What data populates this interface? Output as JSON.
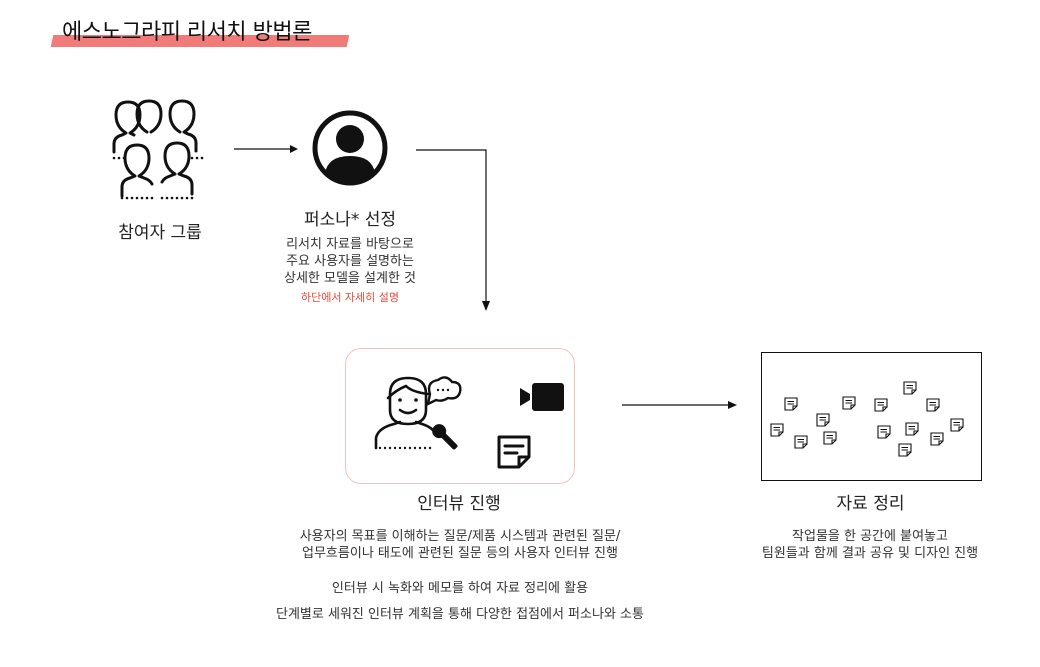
{
  "title": "에스노그라피 리서치 방법론",
  "participants": {
    "label": "참여자 그룹",
    "icon": "people-group-icon"
  },
  "persona": {
    "label": "퍼소나* 선정",
    "desc1": "리서치 자료를 바탕으로",
    "desc2": "주요 사용자를 설명하는",
    "desc3": "상세한 모델을 설계한 것",
    "note": "하단에서 자세히 설명",
    "icon": "user-avatar-icon"
  },
  "interview": {
    "label": "인터뷰 진행",
    "desc1": "사용자의 목표를 이해하는 질문/제품 시스템과 관련된 질문/",
    "desc2": "업무흐름이나 태도에 관련된 질문 등의 사용자 인터뷰 진행",
    "desc3": "인터뷰 시 녹화와 메모를 하여 자료 정리에 활용",
    "desc4": "단계별로 세워진 인터뷰 계획을 통해 다양한 접점에서 퍼소나와 소통"
  },
  "organize": {
    "label": "자료 정리",
    "desc1": "작업물을 한 공간에 붙여놓고",
    "desc2": "팀원들과 함께 결과 공유 및 디자인 진행"
  },
  "colors": {
    "accent": "#f07b78",
    "note_red": "#e74c3c",
    "box_border": "#f3c4bf"
  }
}
